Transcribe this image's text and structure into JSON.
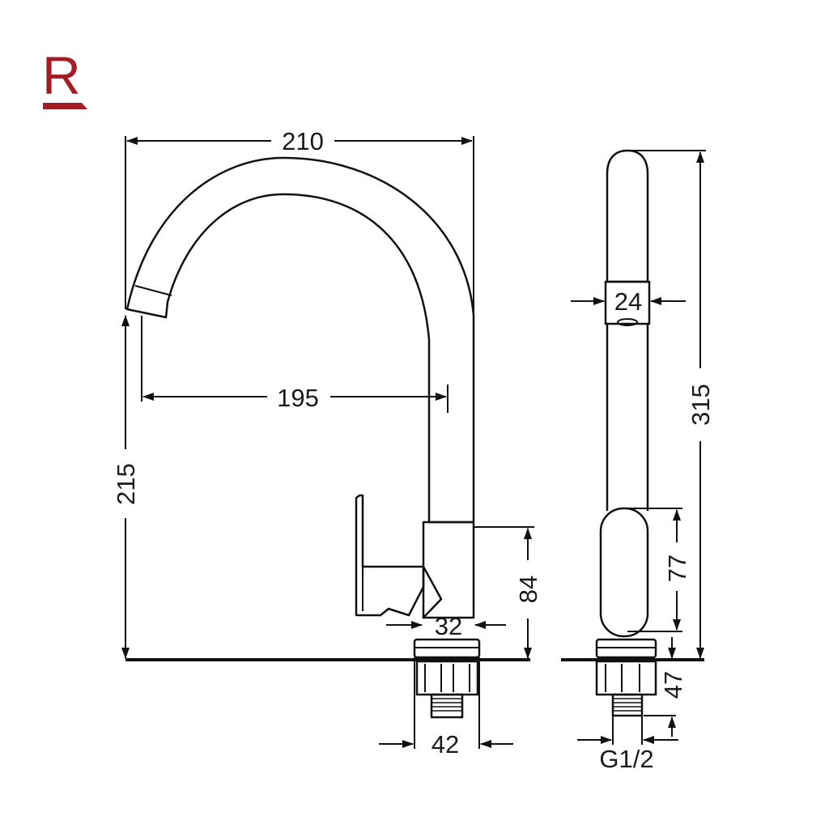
{
  "brand": {
    "logo_letter": "R",
    "color": "#a31d24"
  },
  "line_color": "#111111",
  "dimensions": {
    "overall_width": "210",
    "spout_reach": "195",
    "spout_height": "215",
    "body_height": "84",
    "body_diameter": "32",
    "base_diameter": "42",
    "spout_tip_width": "24",
    "total_height": "315",
    "handle_height": "77",
    "under_counter": "47",
    "thread": "G1/2"
  }
}
